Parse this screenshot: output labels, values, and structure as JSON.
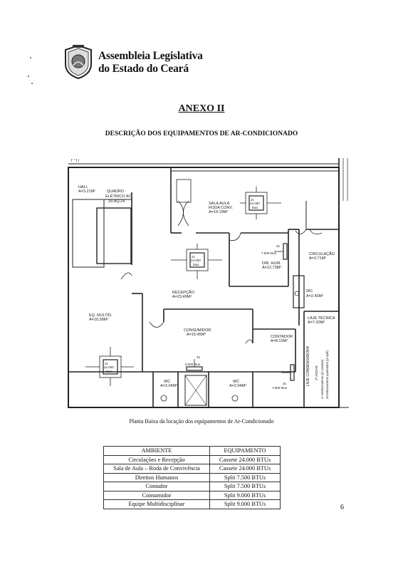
{
  "header": {
    "org_line1": "Assembleia Legislativa",
    "org_line2": "do Estado do Ceará"
  },
  "title": "ANEXO II",
  "subtitle": "DESCRIÇÃO DOS EQUIPAMENTOS DE AR-CONDICIONADO",
  "plan": {
    "hall": {
      "name": "HALL",
      "area": "A=3.21M²"
    },
    "quadro": {
      "line1": "QUADRO",
      "line2": "ELÉTRICO AC",
      "line3": "29.AQ.24"
    },
    "sala_aula": {
      "line1": "SALA AULA",
      "line2": "RODA CONV.",
      "area": "A=19.19M²"
    },
    "recepcao": {
      "name": "RECEPÇÃO",
      "area": "A=23.49M²"
    },
    "dir_hum": {
      "name": "DIR. HUM.",
      "area": "A=12.73M²"
    },
    "circulacao": {
      "name": "CIRCULAÇÃO",
      "area": "A=3.71M²"
    },
    "wc_right": {
      "name": "WC",
      "area": "A=2.43M²"
    },
    "laje_tecnica": {
      "name": "LAJE TÉCNICA",
      "area": "A=7.20M²"
    },
    "eq_multid": {
      "name": "EQ. MULTID.",
      "area": "A=20.38M²"
    },
    "consumidor": {
      "name": "CONSUMIDOR",
      "area": "A=15.45M²"
    },
    "contador": {
      "name": "CONTADOR",
      "area": "A=8.13M²"
    },
    "wc_left": {
      "name": "WC",
      "area": "A=2.04M²"
    },
    "wc_mid": {
      "name": "WC",
      "area": "A=2.04M²"
    },
    "laje_condensadora": "LAJE CONDENSADORA",
    "andar_notes": [
      "2º ANDAR",
      "3 condensadoras (p/ cassete)",
      "3condensadoras quadrados (p/ split)"
    ],
    "units": {
      "cassete_top": {
        "line1": "2x",
        "line2": "24.000",
        "line3": "btus"
      },
      "cassete_mid": {
        "line1": "2x",
        "line2": "24.000",
        "line3": "btus"
      },
      "cassete_left": {
        "line1": "2x",
        "line2": "24.000",
        "line3": "btus"
      },
      "split_dir": {
        "line1": "3u",
        "line2": "7.500 btus"
      },
      "split_cont": {
        "line1": "3u",
        "line2": "7.500 btus"
      },
      "split_cons": {
        "line1": "32",
        "line2": "9.000 btus"
      }
    },
    "corner_mark": "I' ' 'I I"
  },
  "caption": "Planta Baixa da locação dos equipamentos de Ar-Condicionado",
  "table": {
    "headers": [
      "AMBIENTE",
      "EQUIPAMENTO"
    ],
    "rows": [
      [
        "Circulações e Recepção",
        "Cassete 24.000 BTUs"
      ],
      [
        "Sala de Aula – Roda de Convivência",
        "Cassete 24.000 BTUs"
      ],
      [
        "Direitos Humanos",
        "Split 7.500 BTUs"
      ],
      [
        "Contador",
        "Split 7.500 BTUs"
      ],
      [
        "Consumidor",
        "Split 9.000 BTUs"
      ],
      [
        "Equipe Multidisciplinar",
        "Split 9.000 BTUs"
      ]
    ]
  },
  "page_number": "6"
}
